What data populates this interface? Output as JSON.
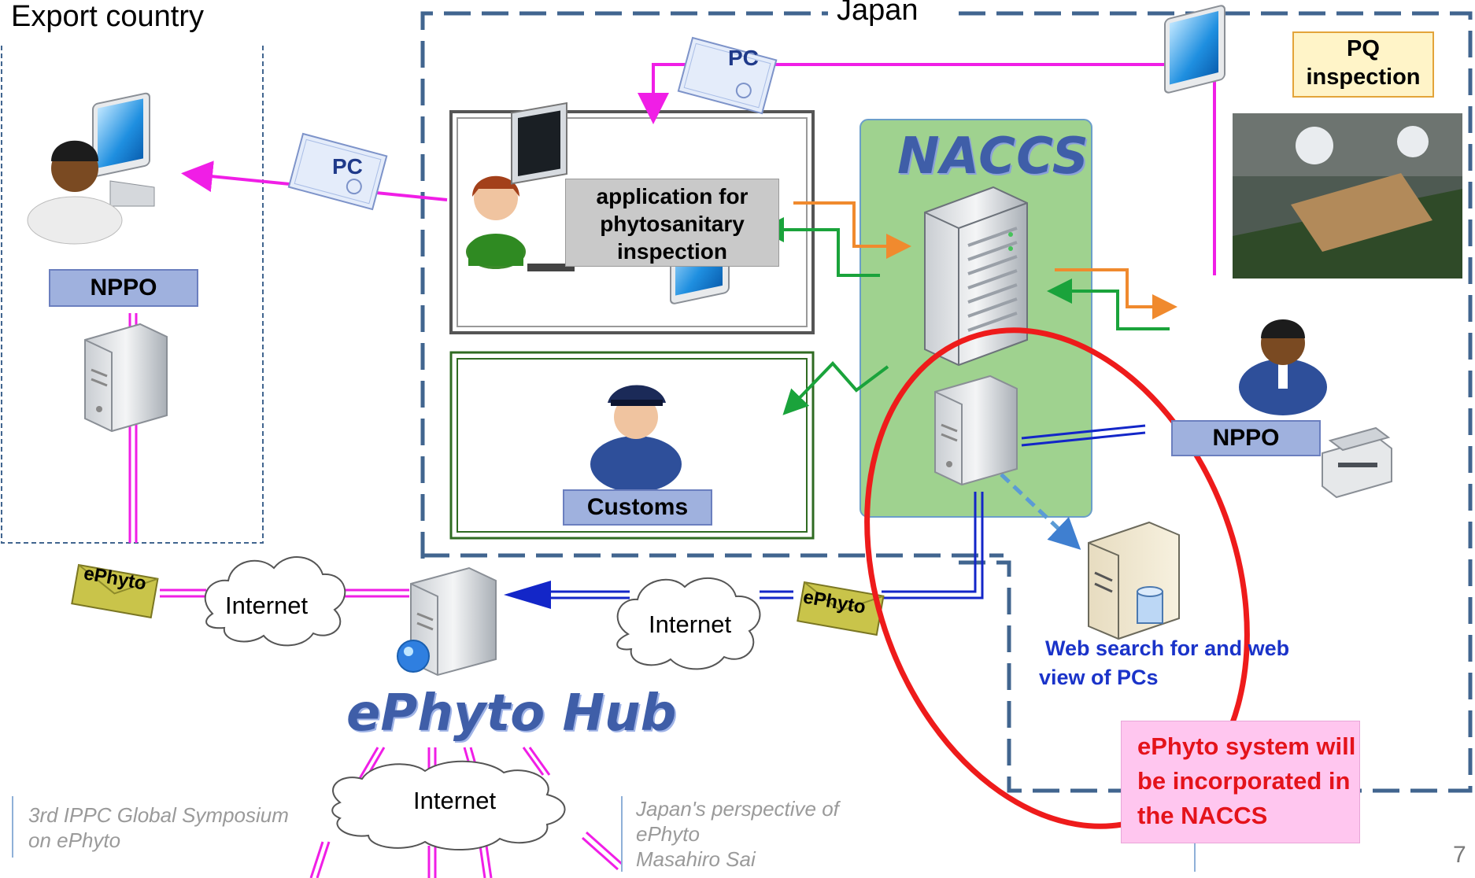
{
  "regions": {
    "export_country": "Export country",
    "japan": "Japan"
  },
  "labels": {
    "nppo_export": "NPPO",
    "nppo_japan": "NPPO",
    "customs": "Customs",
    "application_line1": "application for",
    "application_line2": "phytosanitary",
    "application_line3": "inspection",
    "naccs": "NACCS",
    "pq_line1": "PQ",
    "pq_line2": "inspection",
    "pc_doc_1": "PC",
    "pc_doc_2": "PC",
    "ephyto_env_1": "ePhyto",
    "ephyto_env_2": "ePhyto",
    "internet_1": "Internet",
    "internet_2": "Internet",
    "internet_3": "Internet",
    "ephyto_hub": "ePhyto Hub",
    "web_search_line1": "Web search for and web",
    "web_search_line2": "view of PCs",
    "callout_line1": "ePhyto system will",
    "callout_line2": "be incorporated in",
    "callout_line3": "the NACCS"
  },
  "footer": {
    "left_line1": "3rd IPPC Global Symposium",
    "left_line2": "on ePhyto",
    "mid_line1": "Japan's perspective of",
    "mid_line2": "ePhyto",
    "mid_line3": "Masahiro Sai",
    "page_number": "7"
  },
  "colors": {
    "pc_flow": "#f01ee6",
    "request_flow": "#f08a2e",
    "response_flow": "#1aa33b",
    "ephyto_flow": "#1326c8",
    "highlight_ellipse": "#ee1b1b",
    "naccs_panel": "#9fd28f",
    "region_border": "#41658f"
  }
}
